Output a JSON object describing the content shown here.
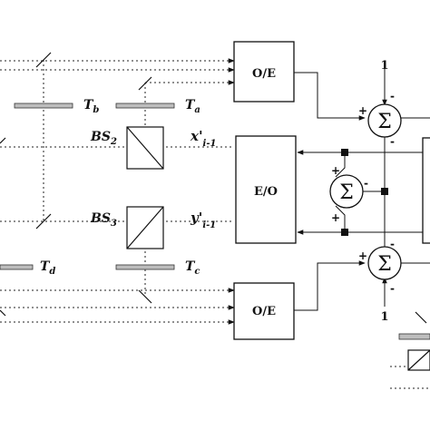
{
  "blocks": {
    "oe_top": "O/E",
    "oe_bottom": "O/E",
    "eo_middle": "E/O"
  },
  "beam_splitters": {
    "bs2": "BS",
    "bs2_sub": "2",
    "bs3": "BS",
    "bs3_sub": "3"
  },
  "plates": {
    "tb": "T",
    "tb_sub": "b",
    "ta": "T",
    "ta_sub": "a",
    "td": "T",
    "td_sub": "d",
    "tc": "T",
    "tc_sub": "c"
  },
  "signals": {
    "x_label": "x'",
    "x_sub": "i-1",
    "y_label": "y'",
    "y_sub": "i-1"
  },
  "summers": {
    "symbol": "Σ",
    "top_input": "1",
    "bottom_input": "1",
    "plus": "+",
    "minus": "-"
  }
}
